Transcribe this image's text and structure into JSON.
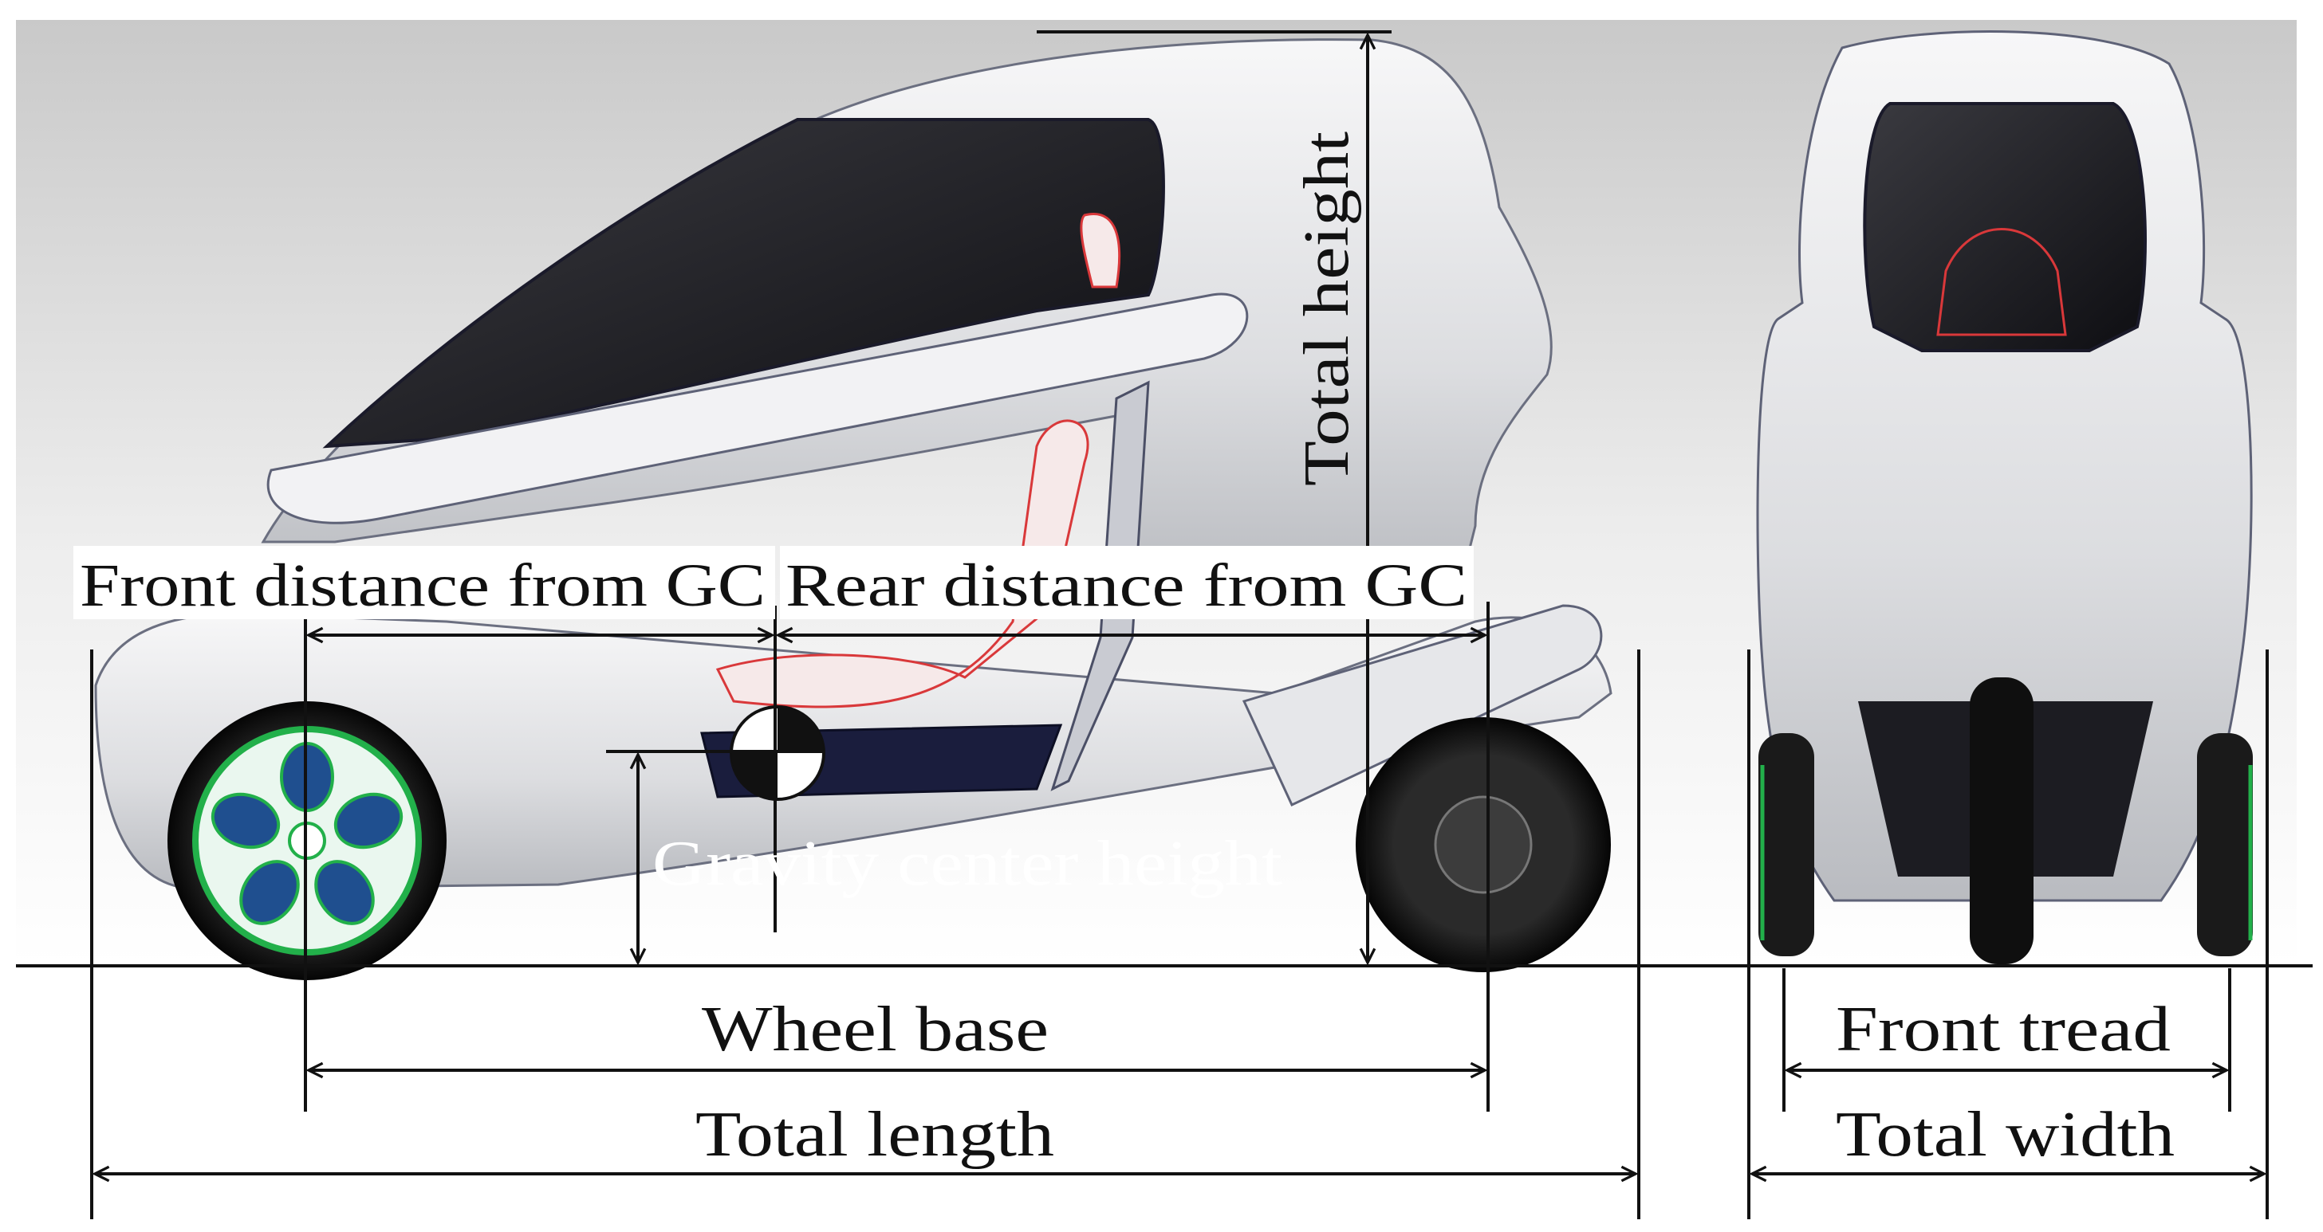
{
  "labels": {
    "total_height": "Total height",
    "front_distance": "Front distance from GC",
    "rear_distance": "Rear distance from GC",
    "gravity_center_height": "Gravity center height",
    "wheel_base": "Wheel base",
    "total_length": "Total length",
    "front_tread": "Front tread",
    "total_width": "Total width"
  },
  "colors": {
    "body_white": "#e8e8ea",
    "window_dark": "#1b1b1f",
    "wheel_green": "#22b04a",
    "wheel_blue": "#1f4f8f",
    "seat_red": "#d9383a",
    "line_black": "#111111",
    "background_grey": "#d9d9d9"
  },
  "views": [
    "side-view",
    "front-view"
  ]
}
